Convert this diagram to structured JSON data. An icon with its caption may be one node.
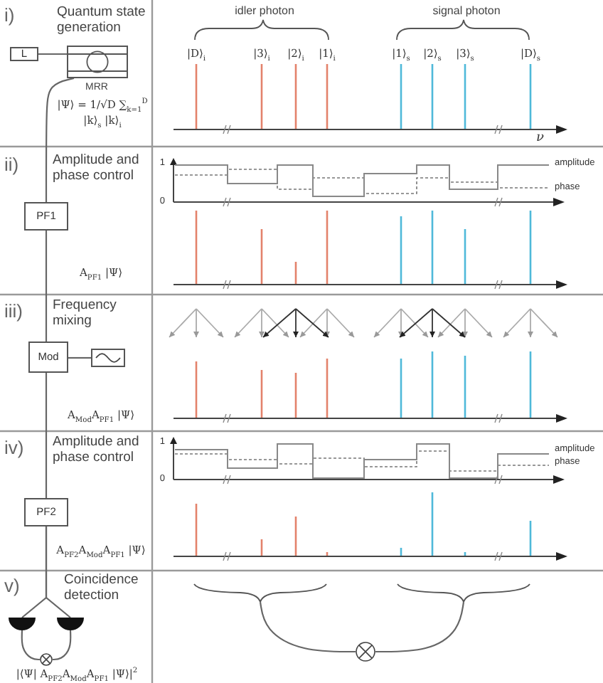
{
  "diagram": {
    "nodes": [
      {
        "text": [
          "L"
        ]
      },
      {
        "text": [],
        "shape": "box",
        "beside": [
          "MRR"
        ]
      },
      {
        "text": [
          "PF1"
        ]
      },
      {
        "text": [
          "Mod"
        ]
      },
      {
        "text": [],
        "shape": "box"
      },
      {
        "text": [
          "PF2"
        ]
      },
      {
        "text": [],
        "shape": "semicircle"
      },
      {
        "text": [],
        "shape": "semicircle"
      },
      {
        "text": [],
        "shape": "circle"
      },
      {
        "text": [],
        "shape": "brace"
      },
      {
        "text": [],
        "shape": "brace"
      },
      {
        "text": [],
        "shape": "circle"
      }
    ],
    "edges": [
      {
        "from": 0,
        "to": 1,
        "arrow": "none"
      },
      {
        "from": 1,
        "to": 2,
        "arrow": "none"
      },
      {
        "from": 2,
        "to": 3,
        "arrow": "none"
      },
      {
        "from": 3,
        "to": 4,
        "arrow": "none"
      },
      {
        "from": 3,
        "to": 5,
        "arrow": "none"
      },
      {
        "from": 5,
        "to": 6,
        "arrow": "none"
      },
      {
        "from": 5,
        "to": 7,
        "arrow": "none"
      },
      {
        "from": 6,
        "to": 8,
        "arrow": "none"
      },
      {
        "from": 7,
        "to": 8,
        "arrow": "none"
      },
      {
        "from": 9,
        "to": 11,
        "arrow": "none"
      },
      {
        "from": 10,
        "to": 11,
        "arrow": "none"
      }
    ],
    "labels": [
      "i)",
      "Quantum state generation",
      "idler photon",
      "signal photon",
      "|D⟩$_{i}$",
      "|3⟩$_{i}$",
      "|2⟩$_{i}$",
      "|1⟩$_{i}$",
      "|1⟩$_{s}$",
      "|2⟩$_{s}$",
      "|3⟩$_{s}$",
      "|D⟩$_{s}$",
      "|Ψ⟩ = 1/√D ∑$_{k=1}$$^{D}$ |k⟩$_{s}$ |k⟩$_{i}$",
      "ν",
      "ii)",
      "Amplitude and phase control",
      "1",
      "amplitude",
      "phase",
      "0",
      "A$_{PF1}$ |Ψ⟩",
      "iii)",
      "Frequency mixing",
      "A$_{Mod}$A$_{PF1}$ |Ψ⟩",
      "iv)",
      "Amplitude and phase control",
      "1",
      "amplitude",
      "phase",
      "0",
      "A$_{PF2}$A$_{Mod}$A$_{PF1}$ |Ψ⟩",
      "v)",
      "Coincidence detection",
      "|⟨Ψ| A$_{PF2}$A$_{Mod}$A$_{PF1}$ |Ψ⟩|$^{2}$"
    ]
  }
}
